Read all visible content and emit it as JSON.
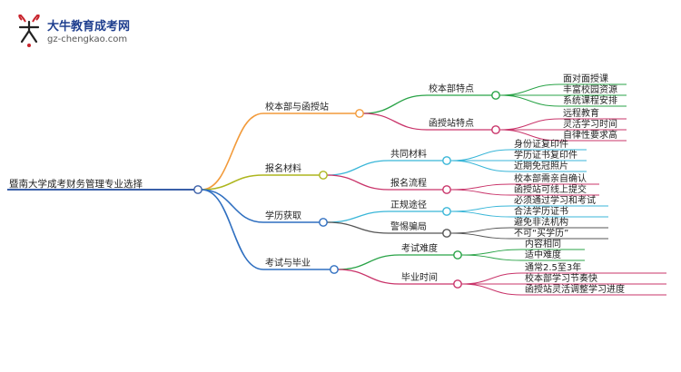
{
  "logo": {
    "name_cn": "大牛教育成考网",
    "url": "gz-chengkao.com"
  },
  "colors": {
    "root": "#3a5fa8",
    "branch_0": "#f29a3a",
    "branch_1": "#aeb61e",
    "branch_2": "#2f6fc0",
    "branch_3": "#2f6fc0",
    "sub_0_0": "#29a347",
    "sub_0_1": "#c9346a",
    "sub_1_0": "#39b6d8",
    "sub_1_1": "#c9346a",
    "sub_2_0": "#39b6d8",
    "sub_2_1": "#555555",
    "sub_3_0": "#29a347",
    "sub_3_1": "#c9346a"
  },
  "root": {
    "label": "暨南大学成考财务管理专业选择"
  },
  "branches": [
    {
      "label": "校本部与函授站",
      "children": [
        {
          "label": "校本部特点",
          "leaves": [
            "面对面授课",
            "丰富校园资源",
            "系统课程安排"
          ]
        },
        {
          "label": "函授站特点",
          "leaves": [
            "远程教育",
            "灵活学习时间",
            "自律性要求高"
          ]
        }
      ]
    },
    {
      "label": "报名材料",
      "children": [
        {
          "label": "共同材料",
          "leaves": [
            "身份证复印件",
            "学历证书复印件",
            "近期免冠照片"
          ]
        },
        {
          "label": "报名流程",
          "leaves": [
            "校本部需亲自确认",
            "函授站可线上提交"
          ]
        }
      ]
    },
    {
      "label": "学历获取",
      "children": [
        {
          "label": "正规途径",
          "leaves": [
            "必须通过学习和考试",
            "合法学历证书"
          ]
        },
        {
          "label": "警惕骗局",
          "leaves": [
            "避免非法机构",
            "不可“买学历”"
          ]
        }
      ]
    },
    {
      "label": "考试与毕业",
      "children": [
        {
          "label": "考试难度",
          "leaves": [
            "内容相同",
            "适中难度"
          ]
        },
        {
          "label": "毕业时间",
          "leaves": [
            "通常2.5至3年",
            "校本部学习节奏快",
            "函授站灵活调整学习进度"
          ]
        }
      ]
    }
  ]
}
